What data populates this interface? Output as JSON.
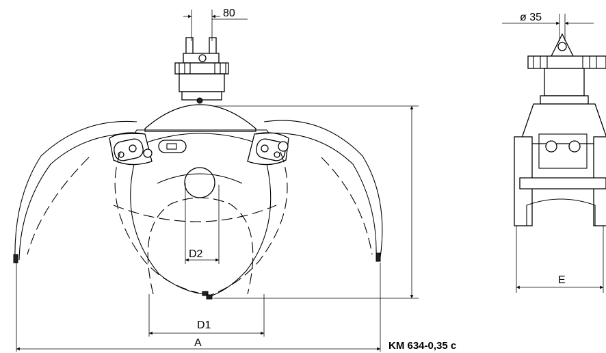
{
  "labels": {
    "dim_80": "80",
    "dim_d35": "ø 35",
    "dim_D2": "D2",
    "dim_D1": "D1",
    "dim_A": "A",
    "dim_E": "E",
    "model": "KM 634-0,35 c"
  }
}
